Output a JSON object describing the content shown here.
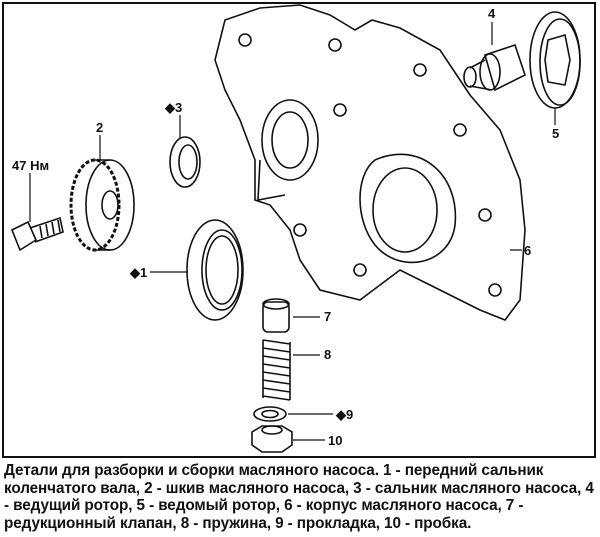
{
  "labels": {
    "l1": "◆1",
    "l2": "2",
    "l3": "◆3",
    "l4": "4",
    "l5": "5",
    "l6": "6",
    "l7": "7",
    "l8": "8",
    "l9": "◆9",
    "l10": "10",
    "torque": "47 Нм"
  },
  "caption": "Детали для разборки и сборки масляного насоса. 1 - передний сальник коленчатого вала, 2 - шкив масляного насоса, 3 - сальник масляного насоса, 4 - ведущий ротор, 5 - ведомый ротор, 6 - корпус масляного насоса, 7 - редукционный клапан, 8 - пружина, 9 - прокладка, 10 - пробка."
}
